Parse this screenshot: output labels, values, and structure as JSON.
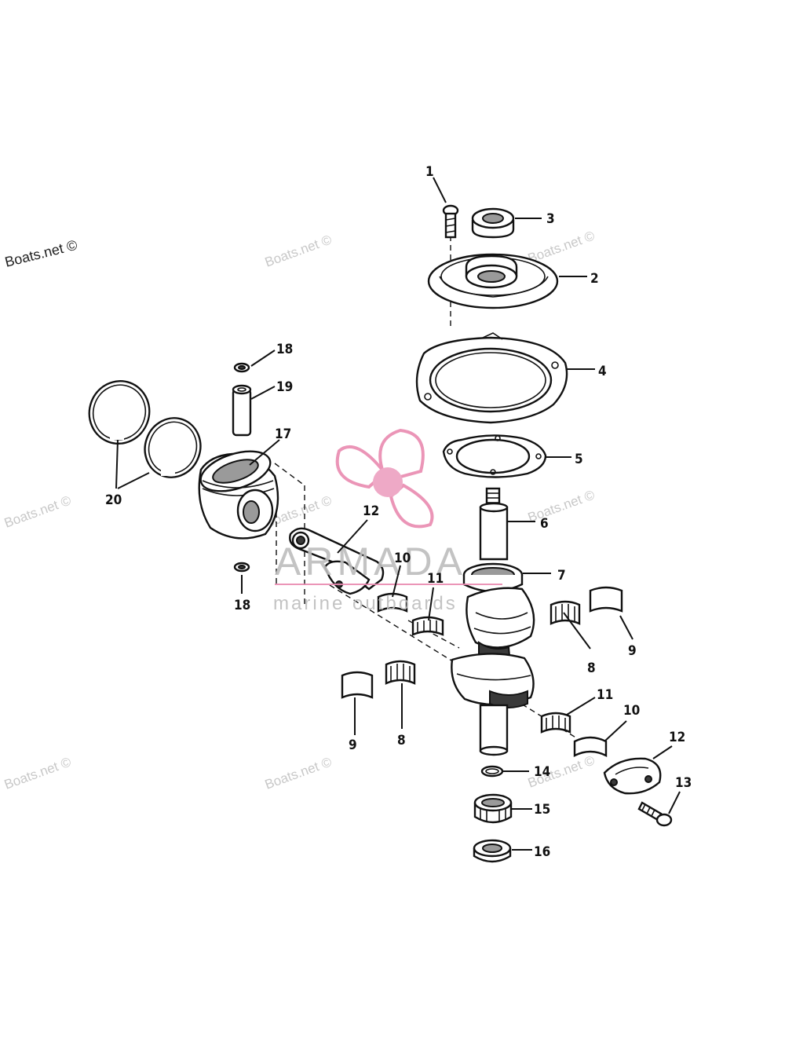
{
  "watermarks": {
    "copyright": "Boats.net ©"
  },
  "brand": {
    "name": "ARMADA",
    "tagline": "marine outboards",
    "accent_color": "#e98ab0"
  },
  "callouts": [
    {
      "id": "c1",
      "text": "1"
    },
    {
      "id": "c2",
      "text": "2"
    },
    {
      "id": "c3",
      "text": "3"
    },
    {
      "id": "c4",
      "text": "4"
    },
    {
      "id": "c5",
      "text": "5"
    },
    {
      "id": "c6",
      "text": "6"
    },
    {
      "id": "c7",
      "text": "7"
    },
    {
      "id": "c8a",
      "text": "8"
    },
    {
      "id": "c8b",
      "text": "8"
    },
    {
      "id": "c9a",
      "text": "9"
    },
    {
      "id": "c9b",
      "text": "9"
    },
    {
      "id": "c10a",
      "text": "10"
    },
    {
      "id": "c10b",
      "text": "10"
    },
    {
      "id": "c11a",
      "text": "11"
    },
    {
      "id": "c11b",
      "text": "11"
    },
    {
      "id": "c12a",
      "text": "12"
    },
    {
      "id": "c12b",
      "text": "12"
    },
    {
      "id": "c13",
      "text": "13"
    },
    {
      "id": "c14",
      "text": "14"
    },
    {
      "id": "c15",
      "text": "15"
    },
    {
      "id": "c16",
      "text": "16"
    },
    {
      "id": "c17",
      "text": "17"
    },
    {
      "id": "c18a",
      "text": "18"
    },
    {
      "id": "c18b",
      "text": "18"
    },
    {
      "id": "c19",
      "text": "19"
    },
    {
      "id": "c20",
      "text": "20"
    }
  ]
}
